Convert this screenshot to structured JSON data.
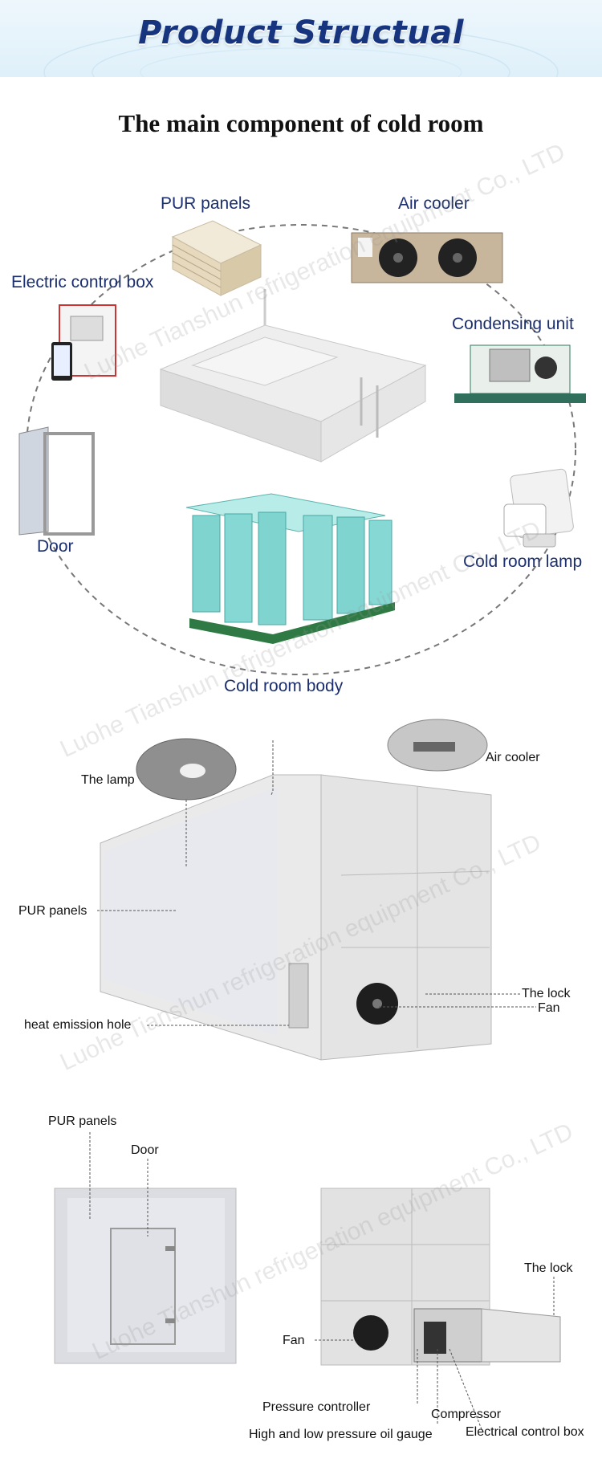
{
  "header": {
    "title": "Product Structual"
  },
  "section": {
    "title": "The main component of cold room"
  },
  "components": {
    "pur_panels": "PUR panels",
    "air_cooler": "Air cooler",
    "electric_control_box": "Electric control box",
    "condensing_unit": "Condensing unit",
    "door": "Door",
    "cold_room_lamp": "Cold room lamp",
    "cold_room_body": "Cold room body"
  },
  "container_diagram": {
    "lamp": "The lamp",
    "air_cooler": "Air cooler",
    "pur_panels": "PUR panels",
    "the_lock": "The lock",
    "fan": "Fan",
    "heat_emission_hole": "heat emission hole"
  },
  "front_view": {
    "pur_panels": "PUR panels",
    "door": "Door"
  },
  "back_view": {
    "the_lock": "The lock",
    "fan": "Fan",
    "pressure_controller": "Pressure controller",
    "compressor": "Compressor",
    "oil_gauge": "High and low pressure oil gauge",
    "electrical_control_box": "Electrical control box"
  },
  "watermark": {
    "text": "Luohe Tianshun refrigeration equipment Co., LTD"
  },
  "colors": {
    "header_text": "#17357f",
    "label_blue": "#1b2f6e",
    "panel_teal": "#7fd4d0",
    "frame_green": "#2f7a44"
  }
}
